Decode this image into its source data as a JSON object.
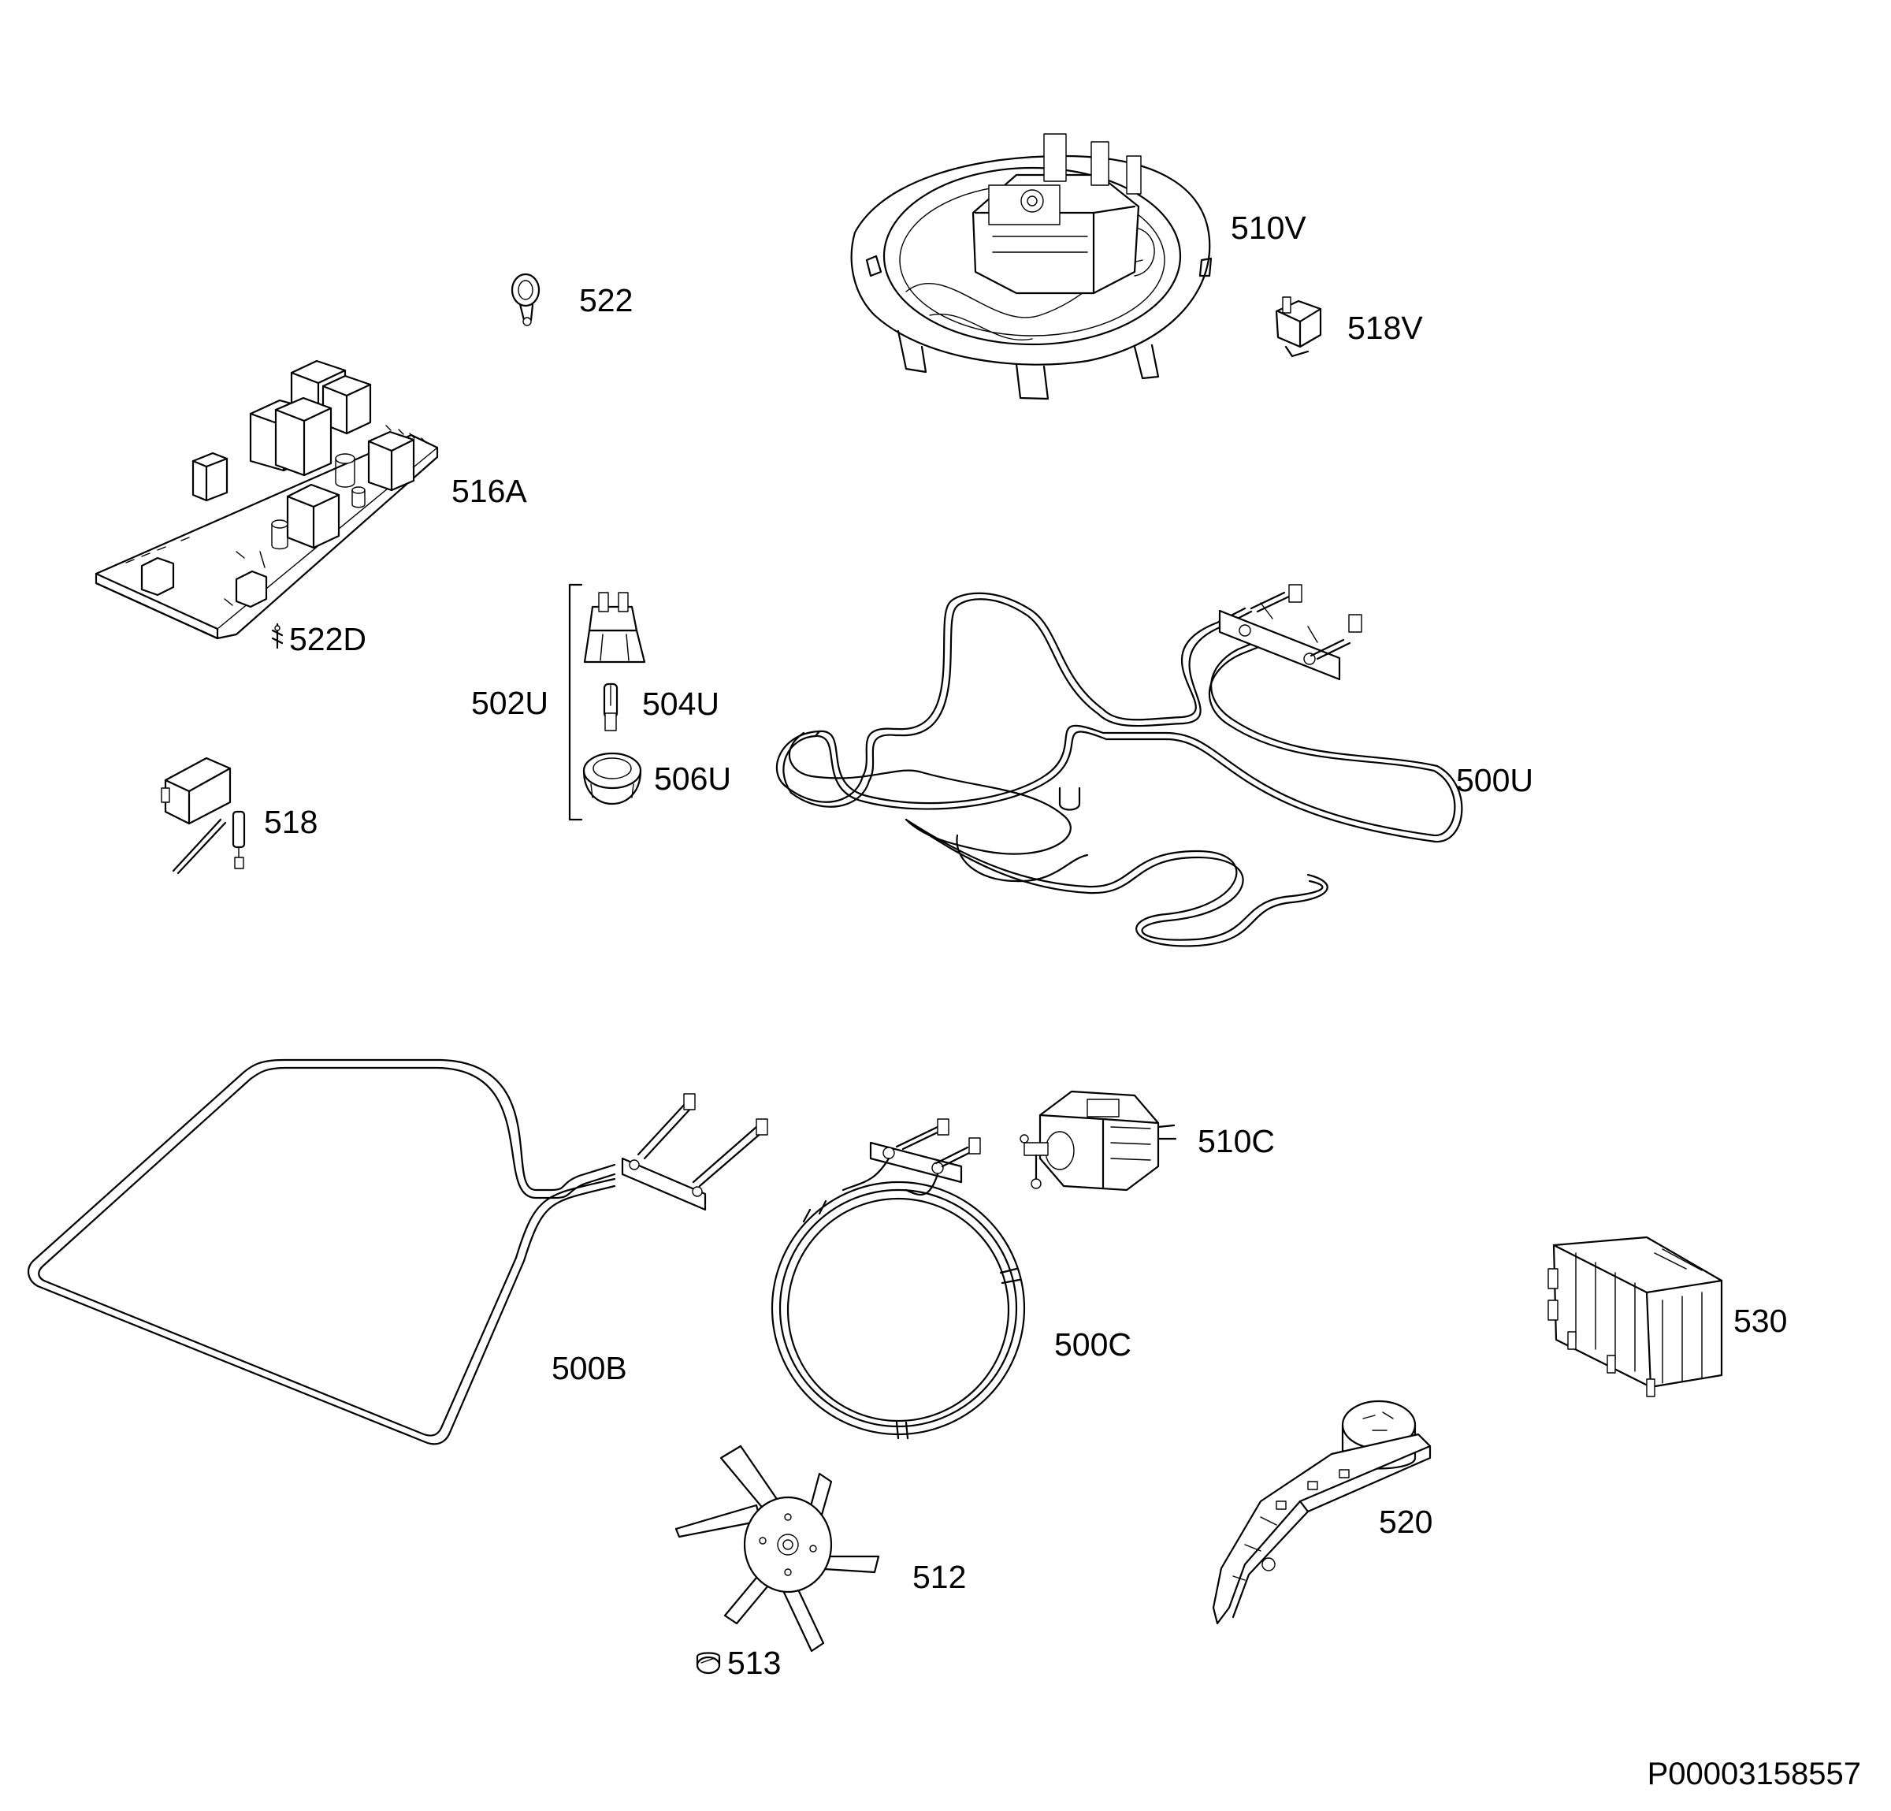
{
  "labels": {
    "p510V": "510V",
    "p522": "522",
    "p518V": "518V",
    "p516A": "516A",
    "p522D": "522D",
    "p502U": "502U",
    "p504U": "504U",
    "p506U": "506U",
    "p500U": "500U",
    "p518": "518",
    "p510C": "510C",
    "p500B": "500B",
    "p500C": "500C",
    "p530": "530",
    "p520": "520",
    "p512": "512",
    "p513": "513"
  },
  "document_number": "P00003158557"
}
